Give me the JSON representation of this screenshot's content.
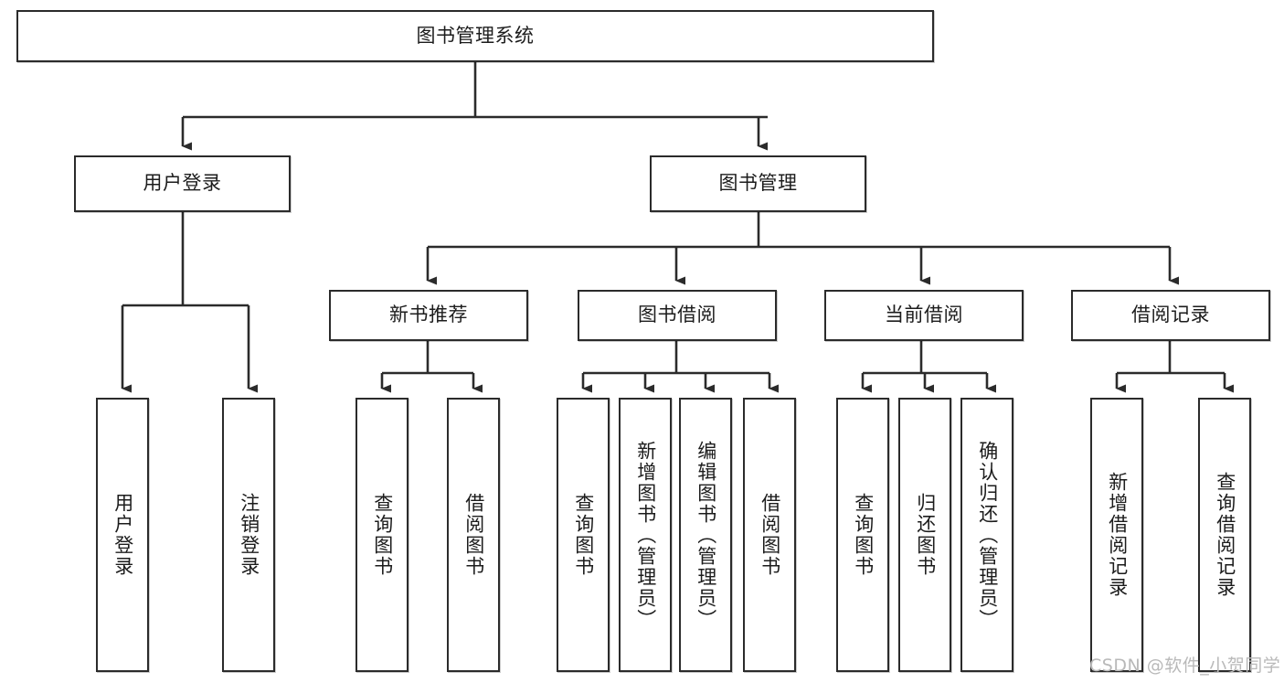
{
  "diagram": {
    "title": "图书管理系统",
    "type": "tree-hierarchy-chart",
    "root": {
      "label": "图书管理系统"
    },
    "level2": [
      {
        "label": "用户登录"
      },
      {
        "label": "图书管理"
      }
    ],
    "level3": [
      {
        "label": "新书推荐"
      },
      {
        "label": "图书借阅"
      },
      {
        "label": "当前借阅"
      },
      {
        "label": "借阅记录"
      }
    ],
    "leaves": {
      "user_login": [
        {
          "label": "用户登录"
        },
        {
          "label": "注销登录"
        }
      ],
      "new_book_recommend": [
        {
          "label": "查询图书"
        },
        {
          "label": "借阅图书"
        }
      ],
      "book_borrow": [
        {
          "label": "查询图书"
        },
        {
          "label": "新增图书（管理员）"
        },
        {
          "label": "编辑图书（管理员）"
        },
        {
          "label": "借阅图书"
        }
      ],
      "current_borrow": [
        {
          "label": "查询图书"
        },
        {
          "label": "归还图书"
        },
        {
          "label": "确认归还（管理员）"
        }
      ],
      "borrow_record": [
        {
          "label": "新增借阅记录"
        },
        {
          "label": "查询借阅记录"
        }
      ]
    }
  },
  "watermark": {
    "text": "CSDN @软件_小贺同学"
  },
  "colors": {
    "stroke": "#2b2b2b",
    "fill": "#ffffff",
    "text": "#1c1c1c",
    "watermark": "#b9b9b9"
  }
}
